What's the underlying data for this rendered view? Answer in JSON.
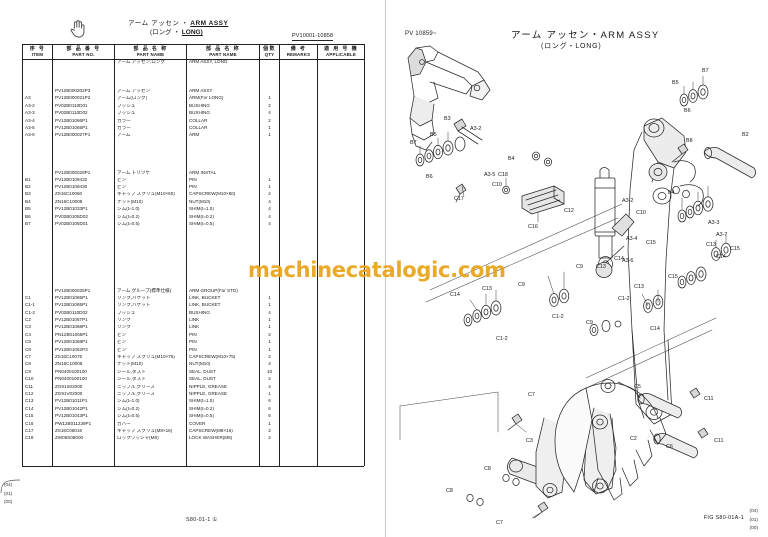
{
  "document": {
    "watermark": "machinecatalogic.com",
    "left_footer_code": "S80-01-1 ①",
    "right_figure_code": "FIG S80-01A-1",
    "revision_marks": [
      "(04)",
      "(01)",
      "(00)"
    ]
  },
  "table_panel": {
    "title_jp": "アーム アッセン",
    "title_sep": "・",
    "title_en": "ARM ASSY",
    "subtitle_jp": "(ロング",
    "subtitle_sep": "・",
    "subtitle_en": "LONG)",
    "pv_range": "PV10001-10858",
    "headers": [
      {
        "jp": "序 号",
        "en": "ITEM"
      },
      {
        "jp": "部 品 番 号",
        "en": "PART NO."
      },
      {
        "jp": "部 品 名 称",
        "en": "PART NAME"
      },
      {
        "jp": "部 品 名 称",
        "en": "PART NAME"
      },
      {
        "jp": "個数",
        "en": "QTY"
      },
      {
        "jp": "備  考",
        "en": "REMARKS"
      },
      {
        "jp": "適 用 号 機",
        "en": "APPLICABLE"
      }
    ],
    "rows": [
      {
        "item": "",
        "part_no": "",
        "jp_name": "アーム アッセン,ロング",
        "en_name": "ARM ASSY, LONG",
        "qty": "",
        "remarks": "",
        "applicable": ""
      },
      {
        "item": "",
        "part_no": "",
        "jp_name": "",
        "en_name": "",
        "qty": "",
        "remarks": "",
        "applicable": ""
      },
      {
        "item": "",
        "part_no": "",
        "jp_name": "",
        "en_name": "",
        "qty": "",
        "remarks": "",
        "applicable": ""
      },
      {
        "item": "",
        "part_no": "",
        "jp_name": "",
        "en_name": "",
        "qty": "",
        "remarks": "",
        "applicable": ""
      },
      {
        "item": "",
        "part_no": "PV12B000202P3",
        "jp_name": "アーム アッセン",
        "en_name": "ARM ASSY",
        "qty": "",
        "remarks": "",
        "applicable": ""
      },
      {
        "item": "A3",
        "part_no": "PV12B000021P2",
        "jp_name": "アーム(ロング)",
        "en_name": "ARM(For LONG)",
        "qty": "1",
        "remarks": "",
        "applicable": ""
      },
      {
        "item": "A3-2",
        "part_no": "PV02B0110D01",
        "jp_name": "ブッシュ",
        "en_name": "BUSHING",
        "qty": "2",
        "remarks": "",
        "applicable": ""
      },
      {
        "item": "A3-3",
        "part_no": "PV02B0110D02",
        "jp_name": "ブッシュ",
        "en_name": "BUSHING",
        "qty": "4",
        "remarks": "",
        "applicable": ""
      },
      {
        "item": "A3-4",
        "part_no": "PV12B01066P1",
        "jp_name": "カラー",
        "en_name": "COLLAR",
        "qty": "2",
        "remarks": "",
        "applicable": ""
      },
      {
        "item": "A3-5",
        "part_no": "PV12B01065P1",
        "jp_name": "カラー",
        "en_name": "COLLAR",
        "qty": "1",
        "remarks": "",
        "applicable": ""
      },
      {
        "item": "A3-6",
        "part_no": "PV12B000027P1",
        "jp_name": "アーム",
        "en_name": "ARM",
        "qty": "1",
        "remarks": "",
        "applicable": ""
      },
      {
        "item": "",
        "part_no": "",
        "jp_name": "",
        "en_name": "",
        "qty": "",
        "remarks": "",
        "applicable": ""
      },
      {
        "item": "",
        "part_no": "",
        "jp_name": "",
        "en_name": "",
        "qty": "",
        "remarks": "",
        "applicable": ""
      },
      {
        "item": "",
        "part_no": "",
        "jp_name": "",
        "en_name": "",
        "qty": "",
        "remarks": "",
        "applicable": ""
      },
      {
        "item": "",
        "part_no": "",
        "jp_name": "",
        "en_name": "",
        "qty": "",
        "remarks": "",
        "applicable": ""
      },
      {
        "item": "",
        "part_no": "PV12B000028P1",
        "jp_name": "アーム トリツケ",
        "en_name": "ARM INSTAL",
        "qty": "",
        "remarks": "",
        "applicable": ""
      },
      {
        "item": "B1",
        "part_no": "PV12B0109432",
        "jp_name": "ピン",
        "en_name": "PIN",
        "qty": "1",
        "remarks": "",
        "applicable": ""
      },
      {
        "item": "B2",
        "part_no": "PV12B0109430",
        "jp_name": "ピン",
        "en_name": "PIN",
        "qty": "1",
        "remarks": "",
        "applicable": ""
      },
      {
        "item": "B3",
        "part_no": "ZS16C10060",
        "jp_name": "キャップ スクリュ(M10×60)",
        "en_name": "CAPSCREW(M10×60)",
        "qty": "2",
        "remarks": "",
        "applicable": ""
      },
      {
        "item": "B4",
        "part_no": "ZN16C10008",
        "jp_name": "ナット(M10)",
        "en_name": "NUT(M10)",
        "qty": "4",
        "remarks": "",
        "applicable": ""
      },
      {
        "item": "B5",
        "part_no": "PV12B01033P1",
        "jp_name": "シム(t=1.0)",
        "en_name": "SHIM(t=1.0)",
        "qty": "4",
        "remarks": "",
        "applicable": ""
      },
      {
        "item": "B6",
        "part_no": "PV02B0105D02",
        "jp_name": "シム(t=0.2)",
        "en_name": "SHIM(t=0.2)",
        "qty": "4",
        "remarks": "",
        "applicable": ""
      },
      {
        "item": "B7",
        "part_no": "PV02B0105D01",
        "jp_name": "シム(t=0.5)",
        "en_name": "SHIM(t=0.5)",
        "qty": "4",
        "remarks": "",
        "applicable": ""
      },
      {
        "item": "",
        "part_no": "",
        "jp_name": "",
        "en_name": "",
        "qty": "",
        "remarks": "",
        "applicable": ""
      },
      {
        "item": "",
        "part_no": "",
        "jp_name": "",
        "en_name": "",
        "qty": "",
        "remarks": "",
        "applicable": ""
      },
      {
        "item": "",
        "part_no": "",
        "jp_name": "",
        "en_name": "",
        "qty": "",
        "remarks": "",
        "applicable": ""
      },
      {
        "item": "",
        "part_no": "",
        "jp_name": "",
        "en_name": "",
        "qty": "",
        "remarks": "",
        "applicable": ""
      },
      {
        "item": "",
        "part_no": "",
        "jp_name": "",
        "en_name": "",
        "qty": "",
        "remarks": "",
        "applicable": ""
      },
      {
        "item": "",
        "part_no": "",
        "jp_name": "",
        "en_name": "",
        "qty": "",
        "remarks": "",
        "applicable": ""
      },
      {
        "item": "",
        "part_no": "",
        "jp_name": "",
        "en_name": "",
        "qty": "",
        "remarks": "",
        "applicable": ""
      },
      {
        "item": "",
        "part_no": "",
        "jp_name": "",
        "en_name": "",
        "qty": "",
        "remarks": "",
        "applicable": ""
      },
      {
        "item": "",
        "part_no": "PV12B000025P1",
        "jp_name": "アーム グループ(標準仕様)",
        "en_name": "ARM GROUP(For STD)",
        "qty": "",
        "remarks": "",
        "applicable": ""
      },
      {
        "item": "C1",
        "part_no": "PV12B01065P1",
        "jp_name": "リンク,バケット",
        "en_name": "LINK, BUCKET",
        "qty": "1",
        "remarks": "",
        "applicable": ""
      },
      {
        "item": "C1-1",
        "part_no": "PV12B01065P1",
        "jp_name": "リンク,バケット",
        "en_name": "LINK, BUCKET",
        "qty": "1",
        "remarks": "",
        "applicable": ""
      },
      {
        "item": "C1-2",
        "part_no": "PV02B0110D02",
        "jp_name": "ブッシュ",
        "en_name": "BUSHING",
        "qty": "4",
        "remarks": "",
        "applicable": ""
      },
      {
        "item": "C2",
        "part_no": "PV12B01067P1",
        "jp_name": "リンク",
        "en_name": "LINK",
        "qty": "1",
        "remarks": "",
        "applicable": ""
      },
      {
        "item": "C3",
        "part_no": "PV12B01068P1",
        "jp_name": "リンク",
        "en_name": "LINK",
        "qty": "1",
        "remarks": "",
        "applicable": ""
      },
      {
        "item": "C4",
        "part_no": "PN12B01066P1",
        "jp_name": "ピン",
        "en_name": "PIN",
        "qty": "2",
        "remarks": "",
        "applicable": ""
      },
      {
        "item": "C5",
        "part_no": "PV12B01068P1",
        "jp_name": "ピン",
        "en_name": "PIN",
        "qty": "1",
        "remarks": "",
        "applicable": ""
      },
      {
        "item": "C6",
        "part_no": "PV12B01062P3",
        "jp_name": "ピン",
        "en_name": "PIN",
        "qty": "1",
        "remarks": "",
        "applicable": ""
      },
      {
        "item": "C7",
        "part_no": "ZS16C10075",
        "jp_name": "キャップ スクリュ(M10×75)",
        "en_name": "CAPSCREW(M10×75)",
        "qty": "2",
        "remarks": "",
        "applicable": ""
      },
      {
        "item": "C8",
        "part_no": "ZN16C10008",
        "jp_name": "ナット(M10)",
        "en_name": "NUT(M10)",
        "qty": "4",
        "remarks": "",
        "applicable": ""
      },
      {
        "item": "C9",
        "part_no": "PN0400100100",
        "jp_name": "シール,ダスト",
        "en_name": "SEAL, DUST",
        "qty": "10",
        "remarks": "",
        "applicable": ""
      },
      {
        "item": "C10",
        "part_no": "PN0400100100",
        "jp_name": "シール,ダスト",
        "en_name": "SEAL, DUST",
        "qty": "2",
        "remarks": "",
        "applicable": ""
      },
      {
        "item": "C11",
        "part_no": "ZG91S02000",
        "jp_name": "ニップル,グリース",
        "en_name": "NIPPLE, GREASE",
        "qty": "4",
        "remarks": "",
        "applicable": ""
      },
      {
        "item": "C12",
        "part_no": "ZG91V02000",
        "jp_name": "ニップル,グリース",
        "en_name": "NIPPLE, GREASE",
        "qty": "1",
        "remarks": "",
        "applicable": ""
      },
      {
        "item": "C13",
        "part_no": "PV12B01011P1",
        "jp_name": "シム(t=1.0)",
        "en_name": "SHIM(t=1.0)",
        "qty": "6",
        "remarks": "",
        "applicable": ""
      },
      {
        "item": "C14",
        "part_no": "PV12B01042P1",
        "jp_name": "シム(t=0.2)",
        "en_name": "SHIM(t=0.2)",
        "qty": "6",
        "remarks": "",
        "applicable": ""
      },
      {
        "item": "C15",
        "part_no": "PV12B01043P1",
        "jp_name": "シム(t=0.5)",
        "en_name": "SHIM(t=0.5)",
        "qty": "6",
        "remarks": "",
        "applicable": ""
      },
      {
        "item": "C16",
        "part_no": "PW12B011239P1",
        "jp_name": "カバー",
        "en_name": "COVER",
        "qty": "1",
        "remarks": "",
        "applicable": ""
      },
      {
        "item": "C17",
        "part_no": "ZS16C08016",
        "jp_name": "キャップ スクリュ(M8×16)",
        "en_name": "CAPSCREW(M8×16)",
        "qty": "2",
        "remarks": "",
        "applicable": ""
      },
      {
        "item": "C18",
        "part_no": "ZW06S08000",
        "jp_name": "ロックワッシャ(M8)",
        "en_name": "LOCK WASHER(M8)",
        "qty": "2",
        "remarks": "",
        "applicable": ""
      },
      {
        "item": "",
        "part_no": "",
        "jp_name": "",
        "en_name": "",
        "qty": "",
        "remarks": "",
        "applicable": ""
      },
      {
        "item": "",
        "part_no": "",
        "jp_name": "",
        "en_name": "",
        "qty": "",
        "remarks": "",
        "applicable": ""
      },
      {
        "item": "",
        "part_no": "",
        "jp_name": "",
        "en_name": "",
        "qty": "",
        "remarks": "",
        "applicable": ""
      }
    ]
  },
  "figure_panel": {
    "pv_note": "PV 10859~",
    "title_jp": "アーム アッセン",
    "title_sep": "・",
    "title_en": "ARM ASSY",
    "subtitle": "(ロング・LONG)",
    "callouts": [
      "B3",
      "B4",
      "B5",
      "B6",
      "B7",
      "B2",
      "B8",
      "A3-2",
      "A3-5",
      "A3-4",
      "A3-6",
      "C9",
      "C10",
      "C12",
      "C13",
      "C14",
      "C15",
      "C16",
      "C17",
      "C18",
      "C1-2",
      "C2",
      "C3",
      "C5",
      "C6",
      "C7",
      "C8",
      "C11"
    ]
  }
}
